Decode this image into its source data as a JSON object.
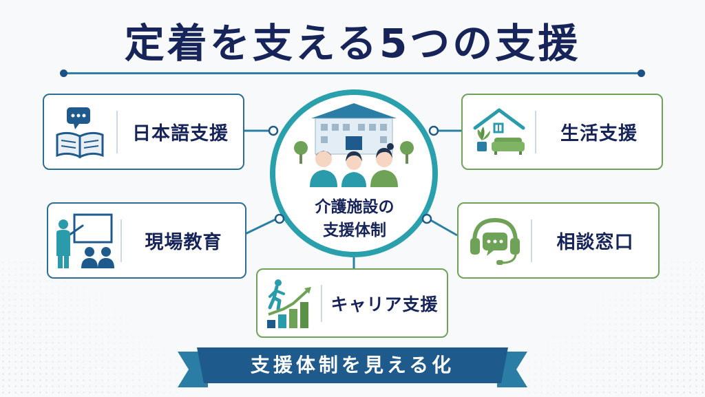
{
  "title": "定着を支える5つの支援",
  "center": {
    "line1": "介護施設の",
    "line2": "支援体制",
    "icon": "care-facility-staff-icon"
  },
  "supports": [
    {
      "label": "日本語支援",
      "icon": "chat-book-icon"
    },
    {
      "label": "生活支援",
      "icon": "house-plant-sofa-icon"
    },
    {
      "label": "現場教育",
      "icon": "teacher-board-icon"
    },
    {
      "label": "相談窓口",
      "icon": "headset-chat-icon"
    },
    {
      "label": "キャリア支援",
      "icon": "career-stairs-icon"
    }
  ],
  "ribbon": {
    "label": "支援体制を見える化"
  },
  "colors": {
    "navy": "#16245a",
    "teal": "#2a9bab",
    "blue_border": "#2c6e93",
    "green_border": "#6ea357",
    "ribbon": "#1f5a8c"
  }
}
